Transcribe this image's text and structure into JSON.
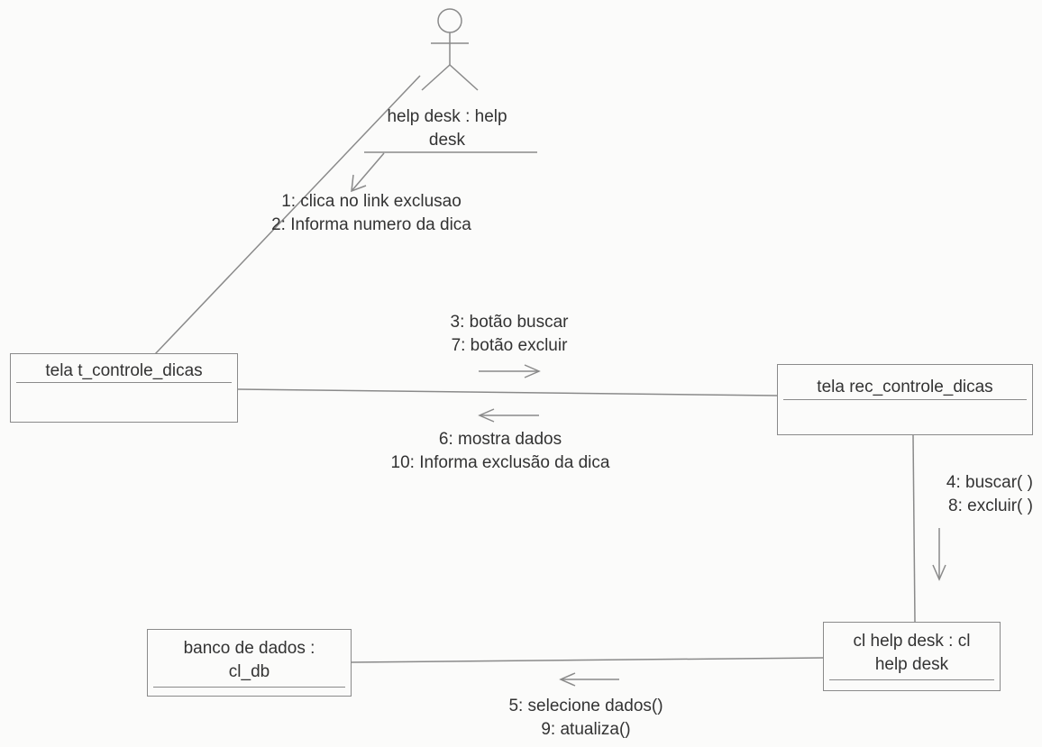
{
  "actor": {
    "name_line1": "help desk : help",
    "name_line2": "desk"
  },
  "objects": {
    "tela_t": "tela t_controle_dicas",
    "tela_rec": "tela rec_controle_dicas",
    "banco_line1": "banco de dados :",
    "banco_line2": "cl_db",
    "cl_line1": "cl help desk : cl",
    "cl_line2": "help desk"
  },
  "messages": {
    "m1": "1: clica no link exclusao",
    "m2": "2: Informa numero da dica",
    "m3": "3: botão buscar",
    "m7": "7: botão excluir",
    "m6": "6: mostra dados",
    "m10": "10: Informa exclusão da dica",
    "m4": "4: buscar( )",
    "m8": "8: excluir( )",
    "m5": "5: selecione dados()",
    "m9": "9: atualiza()"
  }
}
